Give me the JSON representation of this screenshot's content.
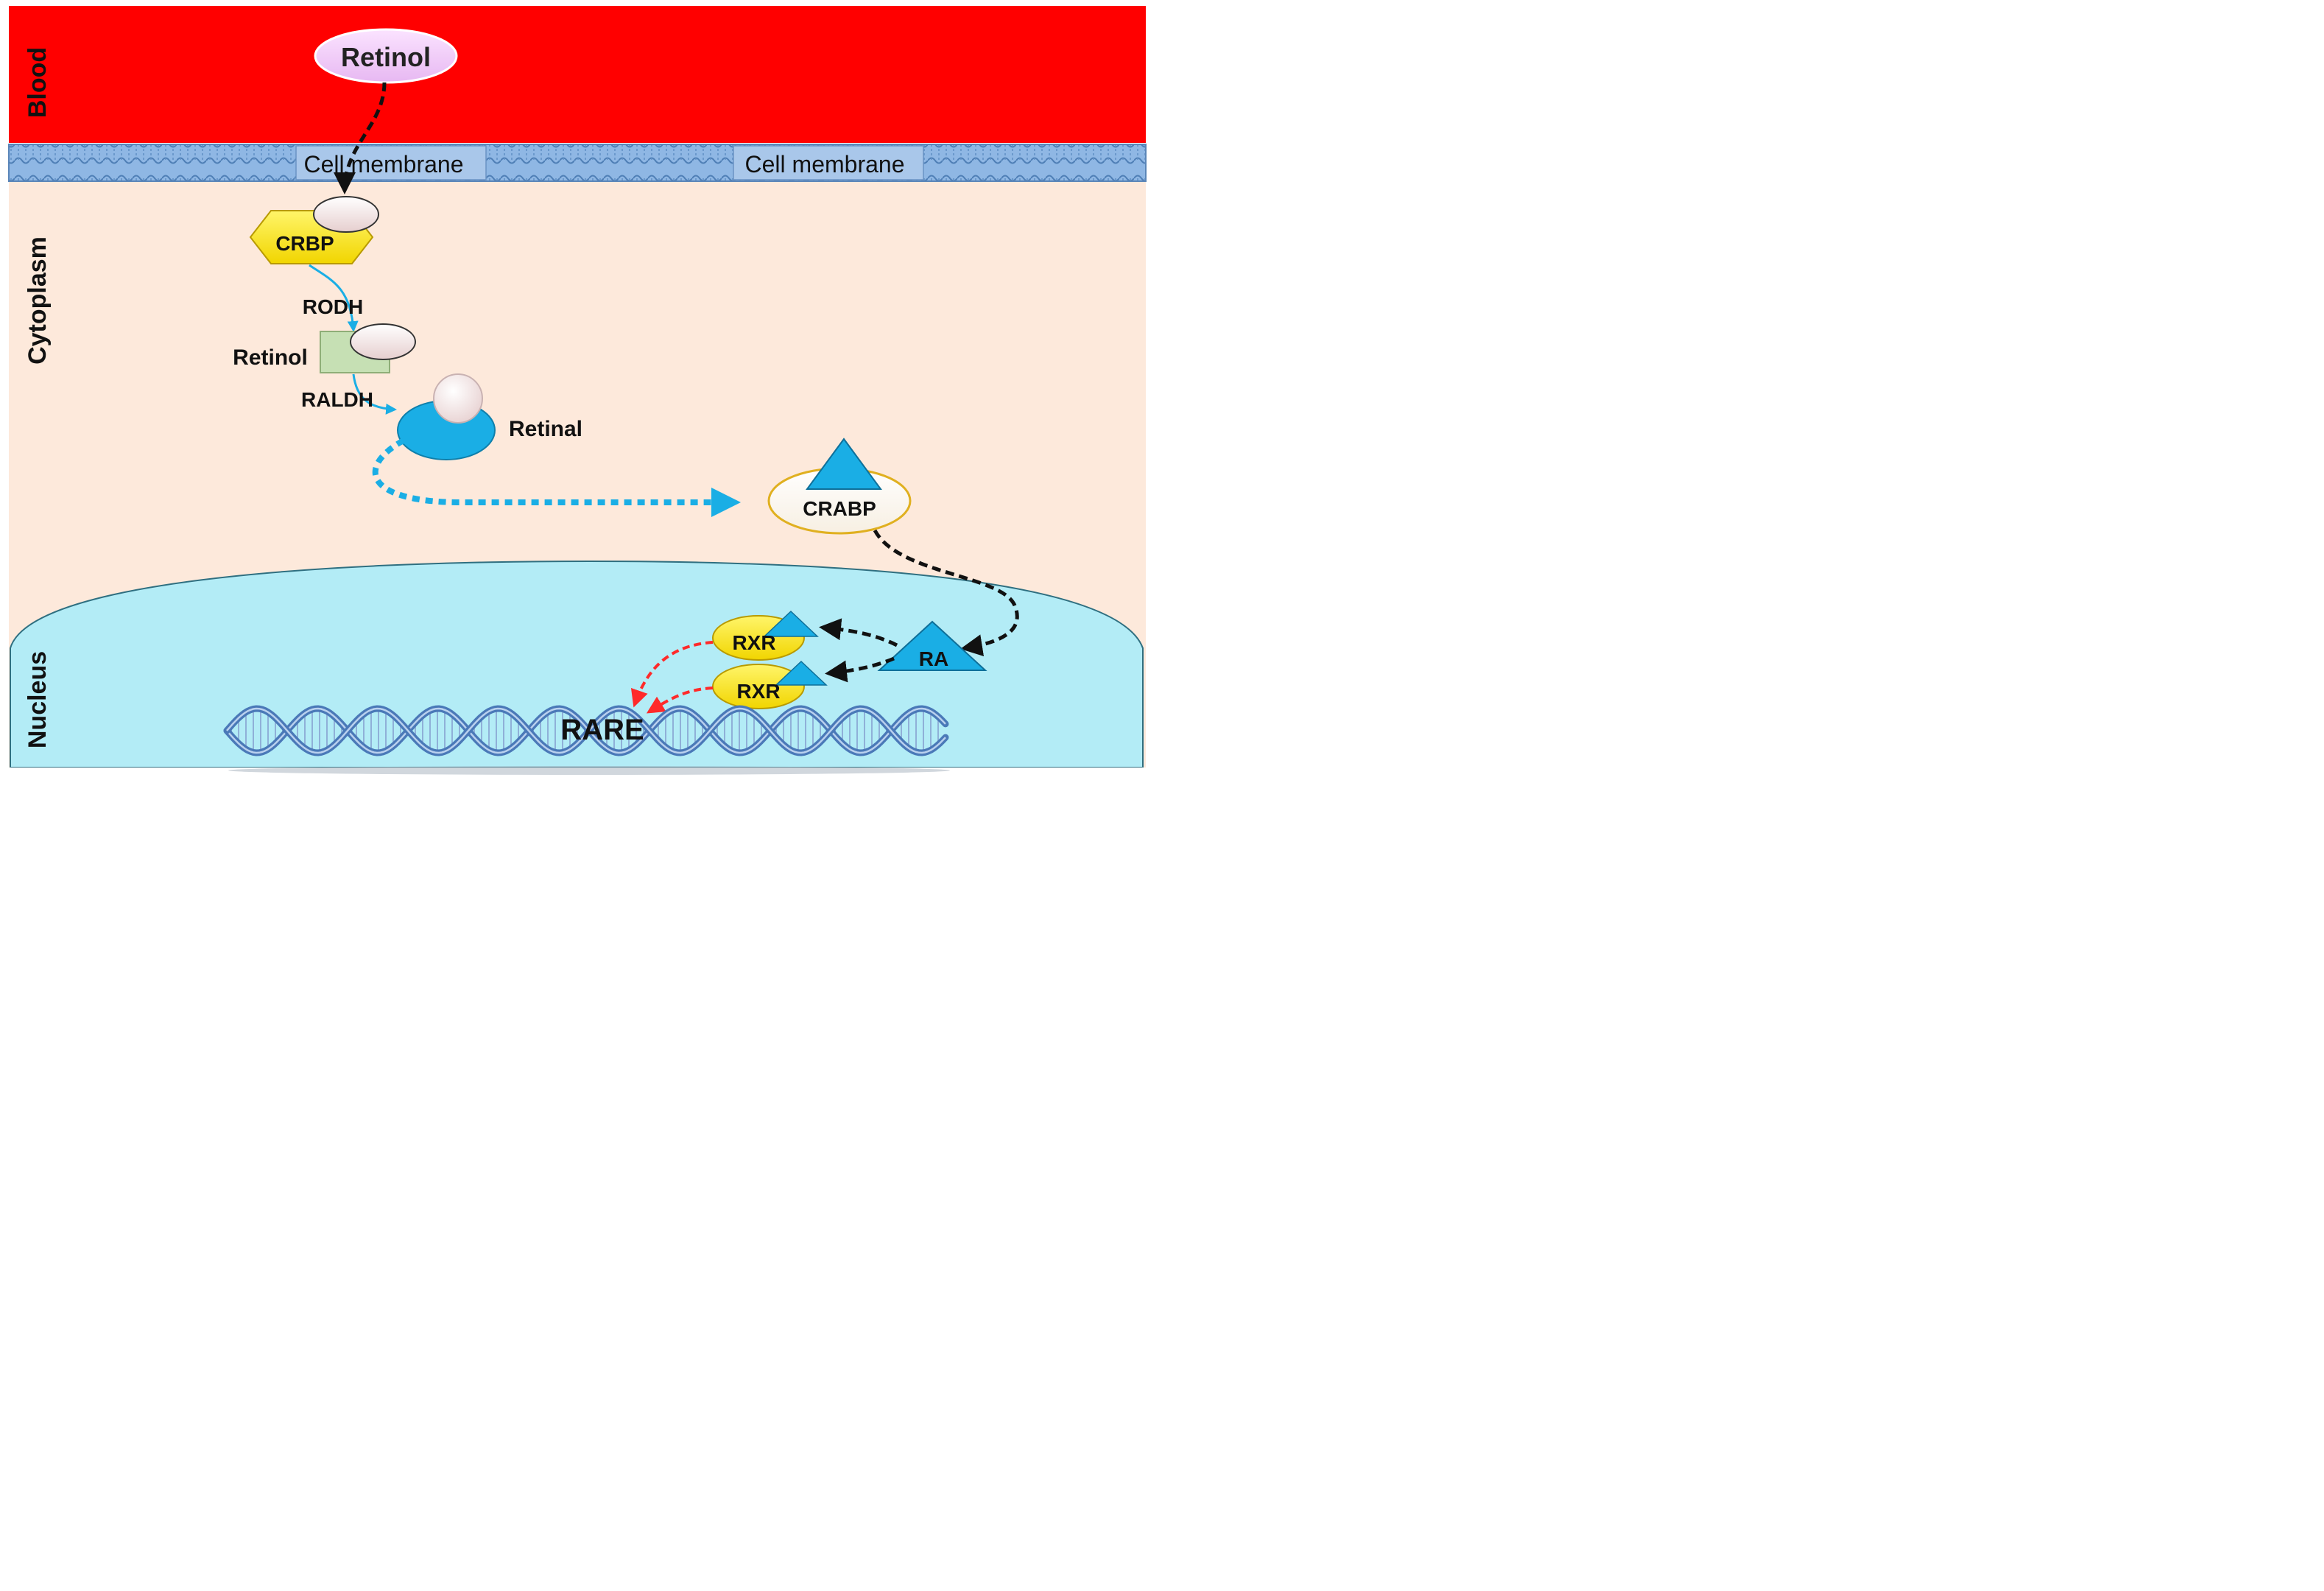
{
  "regions": {
    "blood": "Blood",
    "cytoplasm": "Cytoplasm",
    "nucleus": "Nucleus"
  },
  "membrane": {
    "label_left": "Cell membrane",
    "label_right": "Cell membrane"
  },
  "molecules": {
    "retinol_blood": "Retinol",
    "crbp": "CRBP",
    "retinol_complex": "Retinol",
    "retinal": "Retinal",
    "crabp": "CRABP",
    "ra": "RA",
    "rxr_top": "RXR",
    "rxr_bottom": "RXR",
    "rare": "RARE"
  },
  "enzymes": {
    "rodh": "RODH",
    "raldh": "RALDH"
  },
  "colors": {
    "blood": "#ff0000",
    "cytoplasm": "#fde9db",
    "nucleus": "#b3ecf6",
    "membrane": "#8db4e2",
    "crbp_hexagon": "#ffee00",
    "retinol_box": "#c6e0b4",
    "retinal_enzyme": "#1aaee5",
    "ra_triangle": "#1aaee5",
    "rxr_ellipse": "#ffe600",
    "black_arrow": "#111111",
    "blue_arrow": "#1aaee5",
    "red_arrow": "#ff2a2a",
    "dna": "#4a79b8"
  }
}
